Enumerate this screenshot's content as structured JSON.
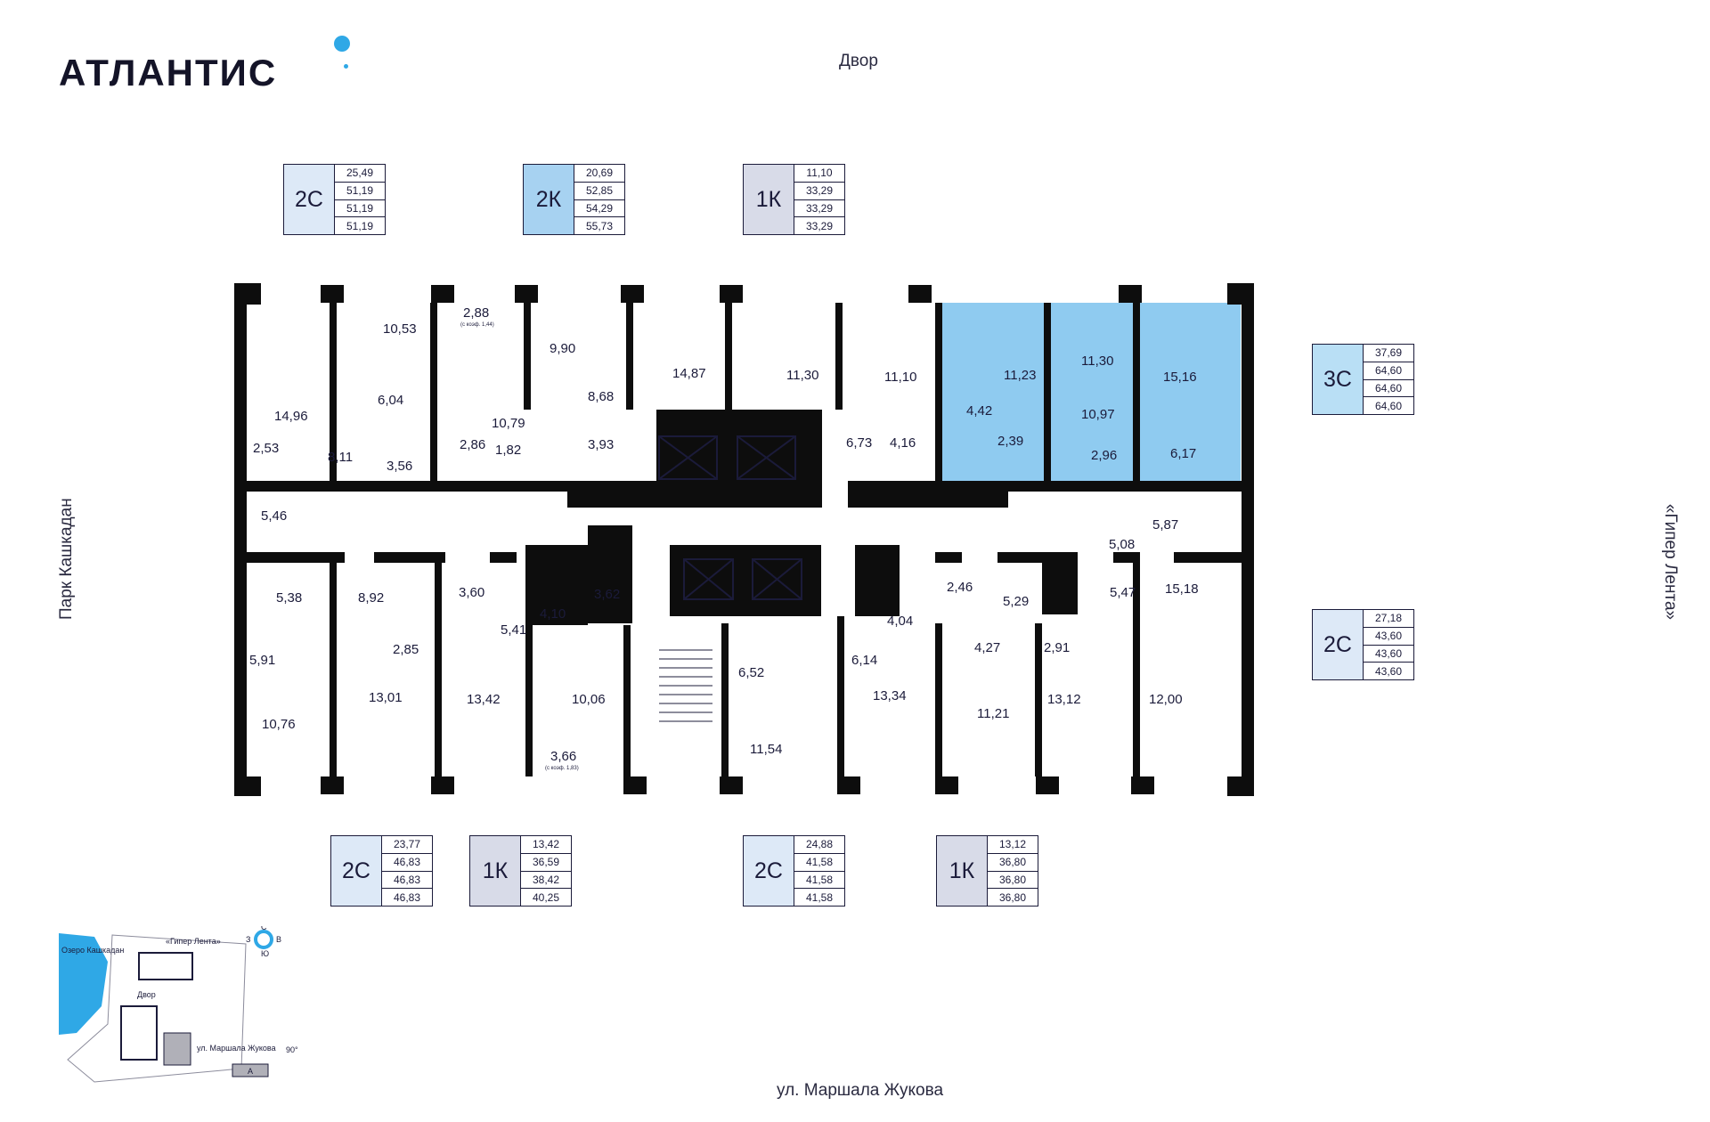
{
  "brand": {
    "name": "АТЛАНТИС"
  },
  "labels": {
    "top": "Двор",
    "bottom": "ул. Маршала Жукова",
    "left": "Парк Кашкадан",
    "right": "«Гипер Лента»"
  },
  "legends": [
    {
      "code": "2С",
      "values": [
        "25,49",
        "51,19",
        "51,19",
        "51,19"
      ],
      "color": "#dde9f7"
    },
    {
      "code": "2К",
      "values": [
        "20,69",
        "52,85",
        "54,29",
        "55,73"
      ],
      "color": "#a7d2f1"
    },
    {
      "code": "1К",
      "values": [
        "11,10",
        "33,29",
        "33,29",
        "33,29"
      ],
      "color": "#d8dbe8"
    },
    {
      "code": "3С",
      "values": [
        "37,69",
        "64,60",
        "64,60",
        "64,60"
      ],
      "color": "#b9dff5"
    },
    {
      "code": "2С",
      "values": [
        "27,18",
        "43,60",
        "43,60",
        "43,60"
      ],
      "color": "#dde9f7"
    },
    {
      "code": "2С",
      "values": [
        "23,77",
        "46,83",
        "46,83",
        "46,83"
      ],
      "color": "#dde9f7"
    },
    {
      "code": "1К",
      "values": [
        "13,42",
        "36,59",
        "38,42",
        "40,25"
      ],
      "color": "#d8dbe8"
    },
    {
      "code": "2С",
      "values": [
        "24,88",
        "41,58",
        "41,58",
        "41,58"
      ],
      "color": "#dde9f7"
    },
    {
      "code": "1К",
      "values": [
        "13,12",
        "36,80",
        "36,80",
        "36,80"
      ],
      "color": "#d8dbe8"
    }
  ],
  "rooms": [
    "10,53",
    "14,96",
    "6,04",
    "2,53",
    "8,11",
    "3,56",
    "5,46",
    "2,88",
    "10,79",
    "2,86",
    "1,82",
    "9,90",
    "8,68",
    "3,93",
    "14,87",
    "11,30",
    "11,10",
    "6,73",
    "4,16",
    "11,23",
    "11,30",
    "15,16",
    "4,42",
    "10,97",
    "2,39",
    "2,96",
    "6,17",
    "5,38",
    "5,91",
    "10,76",
    "8,92",
    "2,85",
    "13,01",
    "3,60",
    "5,41",
    "4,10",
    "3,62",
    "13,42",
    "10,06",
    "3,66",
    "6,52",
    "11,54",
    "6,14",
    "4,04",
    "13,34",
    "2,46",
    "5,29",
    "4,27",
    "2,91",
    "11,21",
    "13,12",
    "5,08",
    "5,87",
    "5,47",
    "15,18",
    "12,00"
  ],
  "room_notes": {
    "n1": "(с коэф. 1,44)",
    "n2": "(с коэф. 1,83)"
  },
  "map": {
    "lake": "Озеро Кашкадан",
    "store": "«Гипер Лента»",
    "yard": "Двор",
    "street": "ул. Маршала Жукова",
    "north": "С",
    "south": "Ю",
    "west": "З",
    "east": "В",
    "angle": "90°",
    "section": "А"
  },
  "colors": {
    "wall": "#0d0d0d",
    "highlight": "#8fcbf0",
    "accent": "#2fa8e6"
  }
}
